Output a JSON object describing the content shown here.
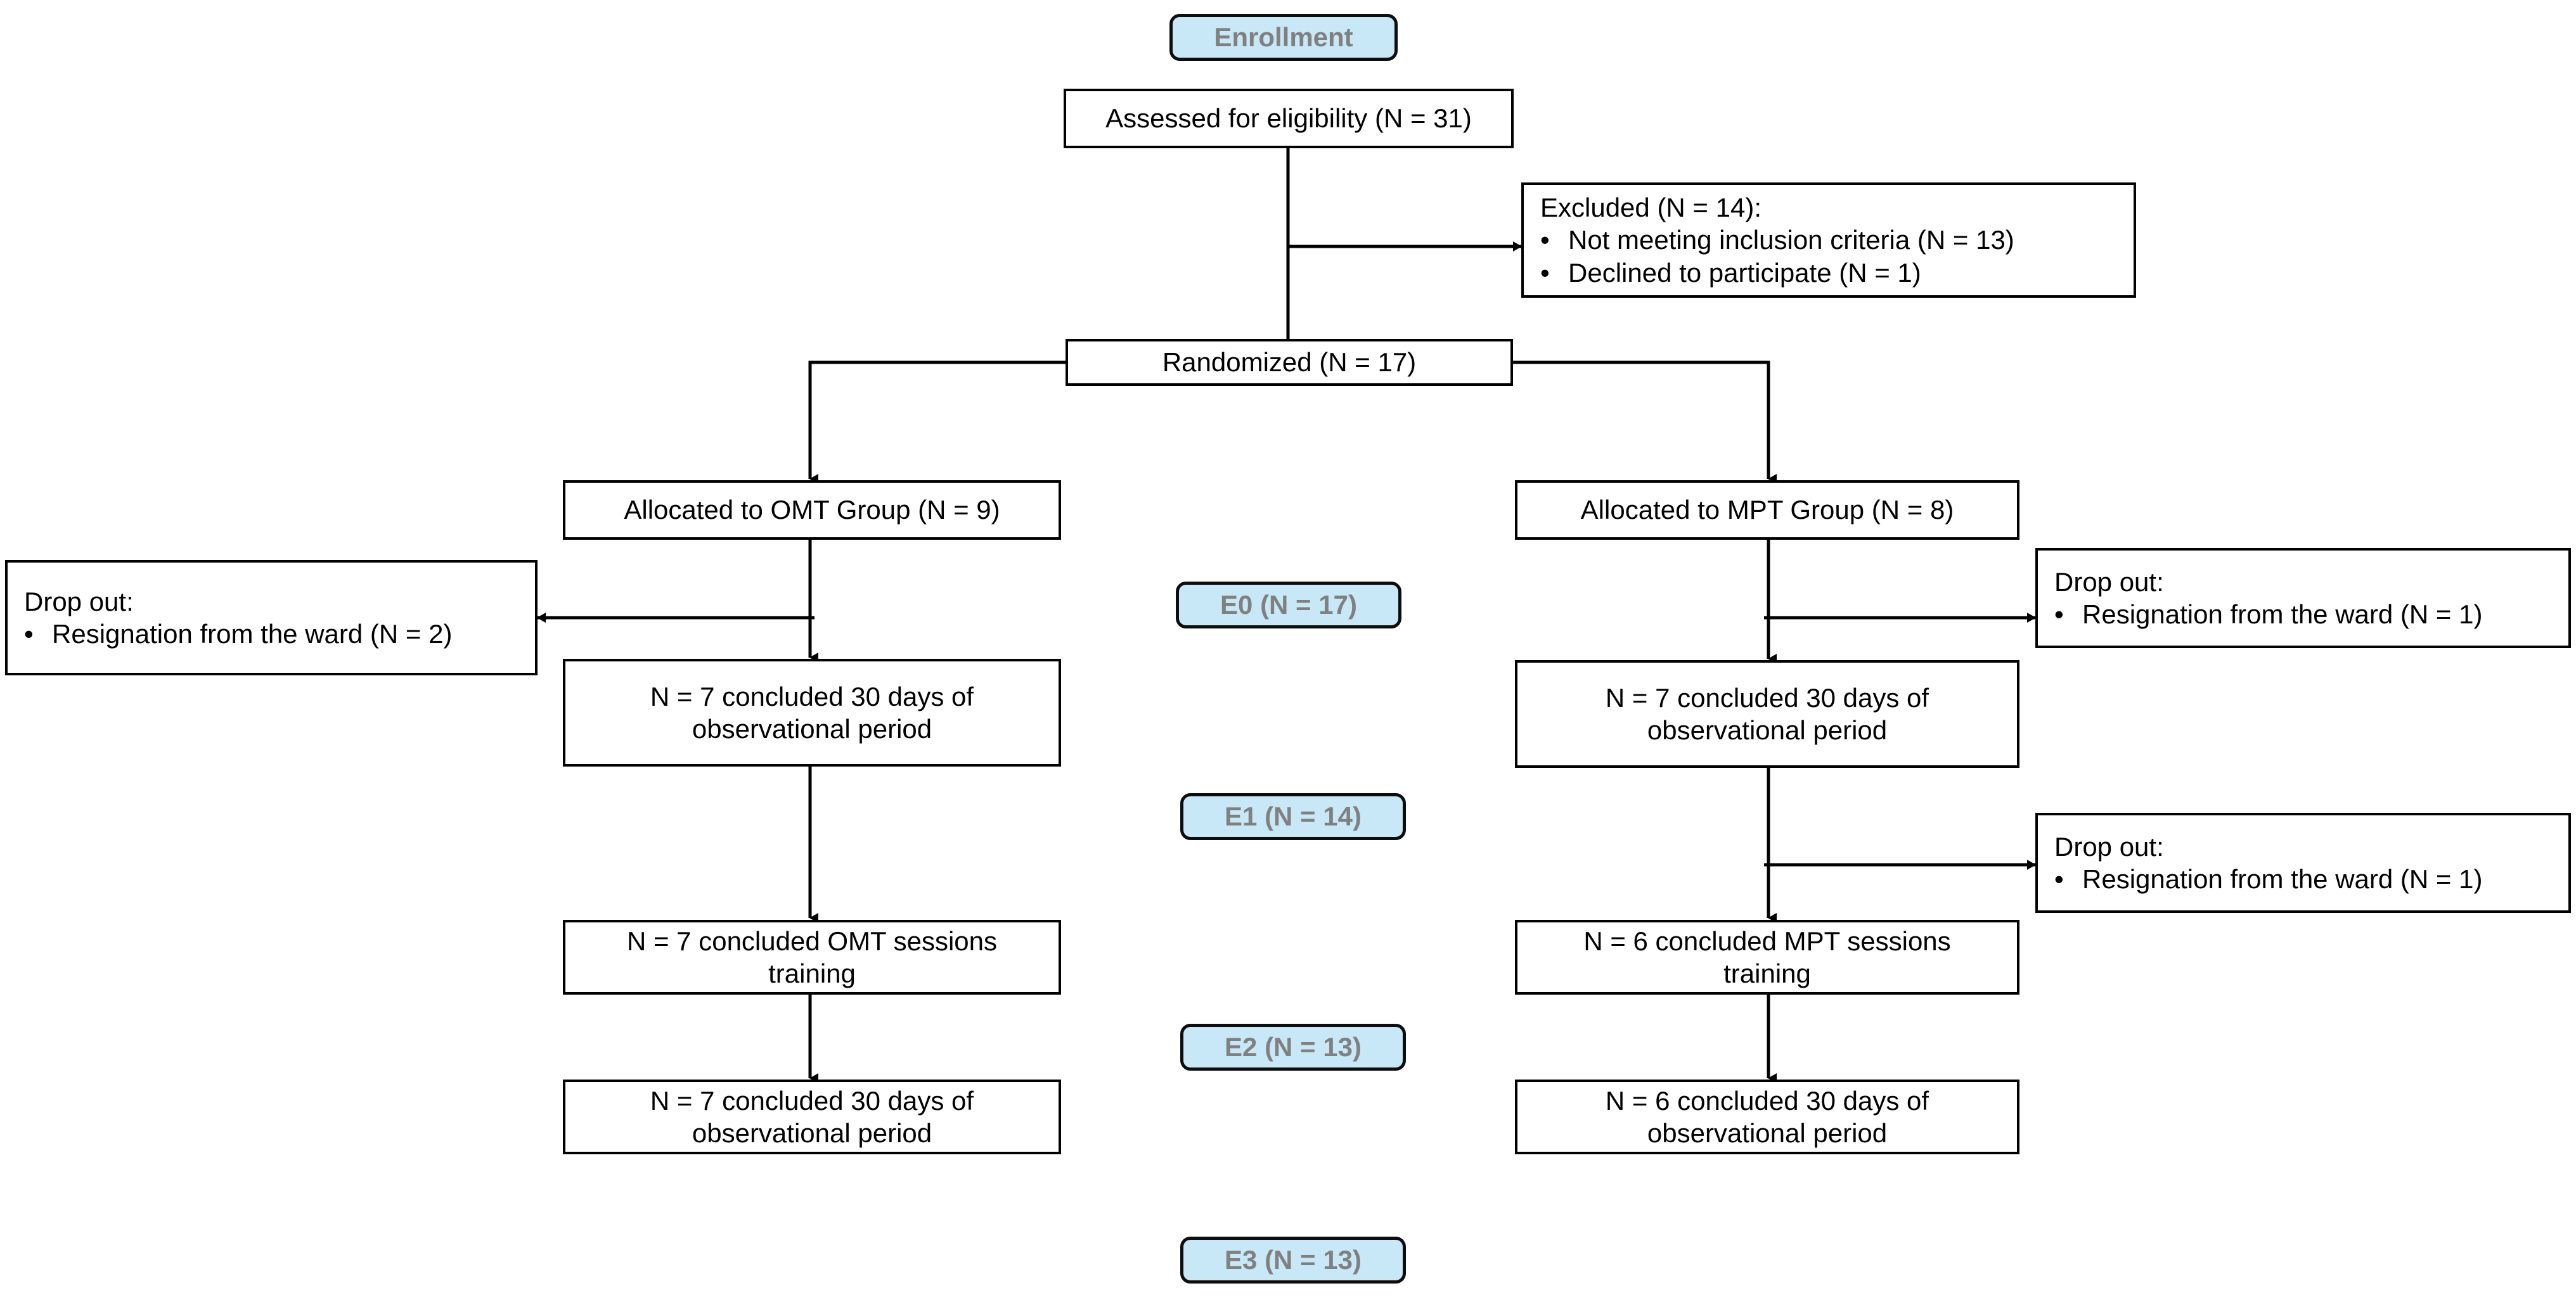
{
  "diagram": {
    "title": "CONSORT participant flow diagram",
    "colors": {
      "stage_fill": "#c8e8f8",
      "stage_border": "#0d0d0d",
      "stage_text": "#808080",
      "node_border": "#000000",
      "node_fill": "#ffffff",
      "connector": "#000000"
    }
  },
  "stages": {
    "enrollment": {
      "label": "Enrollment"
    },
    "e0": {
      "label": "E0 (N = 17)"
    },
    "e1": {
      "label": "E1 (N = 14)"
    },
    "e2": {
      "label": "E2 (N = 13)"
    },
    "e3": {
      "label": "E3 (N = 13)"
    }
  },
  "nodes": {
    "assessed": {
      "line1": "Assessed for eligibility (N = 31)"
    },
    "excluded": {
      "heading": "Excluded (N = 14):",
      "bullet_mark": "•",
      "item1": "Not meeting inclusion criteria (N = 13)",
      "item2": "Declined to participate (N = 1)"
    },
    "randomized": {
      "line1": "Randomized (N = 17)"
    },
    "alloc_omt": {
      "line1": "Allocated to OMT Group (N = 9)"
    },
    "alloc_mpt": {
      "line1": "Allocated to MPT Group (N = 8)"
    },
    "dropout_omt": {
      "heading": "Drop out:",
      "bullet_mark": "•",
      "item1": "Resignation from the ward (N = 2)"
    },
    "dropout_mpt_1": {
      "heading": "Drop out:",
      "bullet_mark": "•",
      "item1": "Resignation from the ward (N = 1)"
    },
    "dropout_mpt_2": {
      "heading": "Drop out:",
      "bullet_mark": "•",
      "item1": "Resignation from the ward (N = 1)"
    },
    "omt_obs_1": {
      "line1": "N = 7 concluded 30 days of",
      "line2": "observational period"
    },
    "mpt_obs_1": {
      "line1": "N = 7 concluded 30 days of",
      "line2": "observational period"
    },
    "omt_sessions": {
      "line1": "N = 7 concluded OMT sessions",
      "line2": "training"
    },
    "mpt_sessions": {
      "line1": "N = 6 concluded MPT sessions",
      "line2": "training"
    },
    "omt_obs_2": {
      "line1": "N = 7 concluded 30 days of",
      "line2": "observational period"
    },
    "mpt_obs_2": {
      "line1": "N = 6 concluded 30 days of",
      "line2": "observational period"
    }
  }
}
